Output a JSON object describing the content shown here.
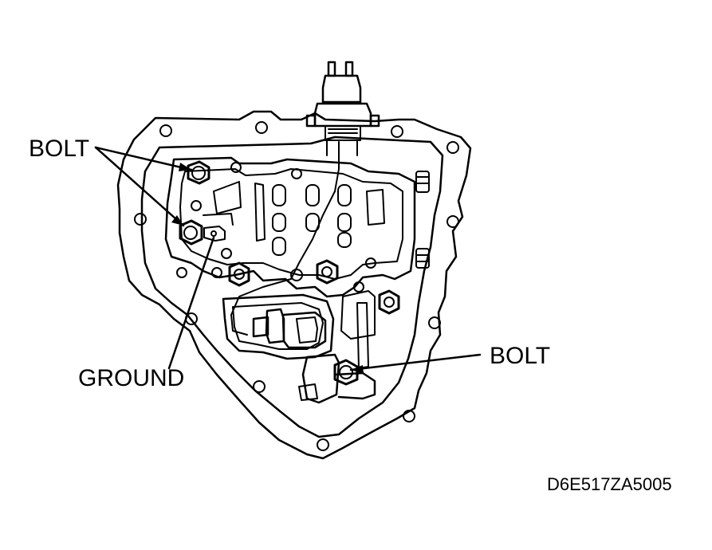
{
  "labels": {
    "bolt_top": "BOLT",
    "ground": "GROUND",
    "bolt_right": "BOLT"
  },
  "figure_code": "D6E517ZA5005",
  "colors": {
    "ink": "#000000",
    "paper": "#ffffff"
  }
}
